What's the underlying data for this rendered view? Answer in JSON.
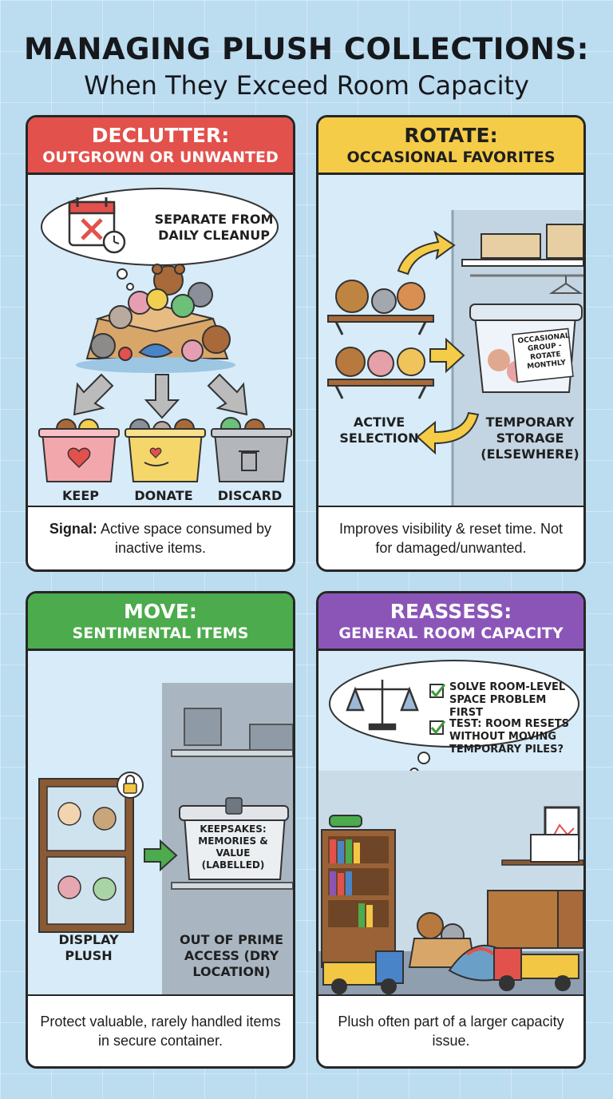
{
  "title": {
    "main": "MANAGING PLUSH COLLECTIONS:",
    "sub": "When They Exceed Room Capacity"
  },
  "colors": {
    "red": "#e2514c",
    "yellow": "#f5cc47",
    "green": "#4cab4c",
    "purple": "#8b55b8",
    "background": "#bcdcf0"
  },
  "declutter": {
    "title": "DECLUTTER:",
    "subtitle": "OUTGROWN OR UNWANTED",
    "note": "SEPARATE FROM DAILY CLEANUP",
    "bins": [
      "KEEP",
      "DONATE",
      "DISCARD"
    ],
    "signal_label": "Signal:",
    "signal_text": " Active space consumed by inactive items.",
    "icons": [
      "calendar-icon",
      "clock-icon",
      "heart-icon",
      "hand-heart-icon",
      "trash-icon"
    ]
  },
  "rotate": {
    "title": "ROTATE:",
    "subtitle": "OCCASIONAL FAVORITES",
    "tote_label": "OCCASIONAL GROUP - ROTATE MONTHLY",
    "active_label": "ACTIVE SELECTION",
    "storage_label": "TEMPORARY STORAGE (ELSEWHERE)",
    "footer": "Improves visibility & reset time. Not for damaged/unwanted."
  },
  "move": {
    "title": "MOVE:",
    "subtitle": "SENTIMENTAL ITEMS",
    "box_label": "KEEPSAKES: MEMORIES & VALUE (LABELLED)",
    "display_label": "DISPLAY PLUSH",
    "access_label": "OUT OF PRIME ACCESS (DRY LOCATION)",
    "footer": "Protect valuable, rarely handled items in secure container.",
    "icons": [
      "lock-icon",
      "arrow-right-icon"
    ]
  },
  "reassess": {
    "title": "REASSESS:",
    "subtitle": "GENERAL ROOM CAPACITY",
    "checks": [
      "SOLVE ROOM-LEVEL SPACE PROBLEM FIRST",
      "TEST: ROOM RESETS WITHOUT MOVING TEMPORARY PILES?"
    ],
    "footer": "Plush often part of a larger capacity issue.",
    "icons": [
      "scale-icon",
      "checkbox-icon"
    ]
  }
}
